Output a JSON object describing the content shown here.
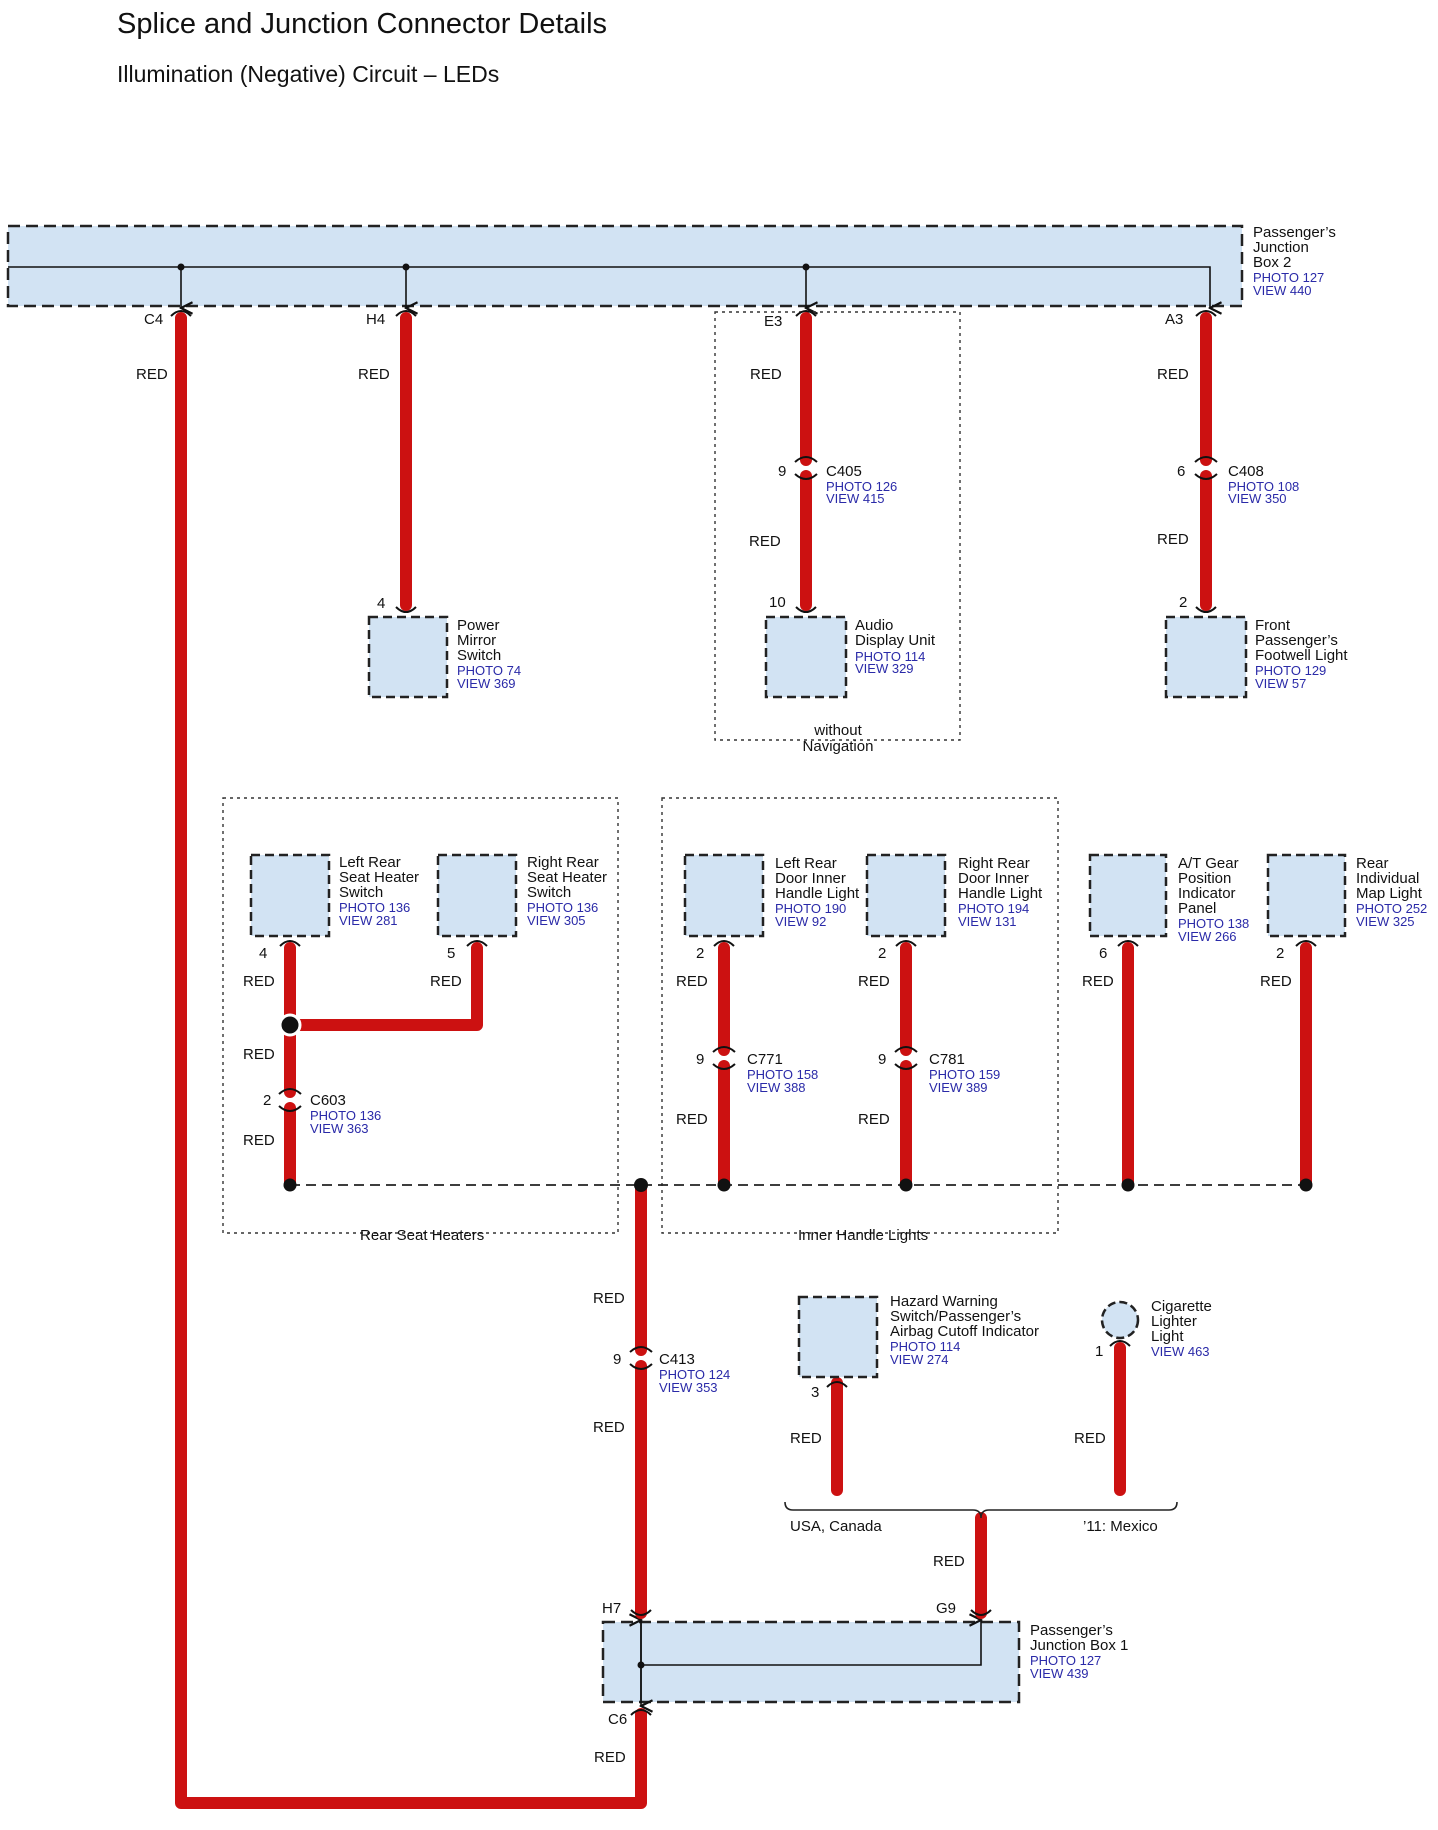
{
  "header": {
    "title": "Splice and Junction Connector Details",
    "subtitle": "Illumination (Negative) Circuit – LEDs"
  },
  "wire_color": "RED",
  "colors": {
    "wire": "#cc1111",
    "box_fill": "#d2e3f3",
    "ref": "#2a2aa8"
  },
  "components": {
    "pjb2": {
      "lines": [
        "Passenger’s",
        "Junction",
        "Box 2"
      ],
      "refs": [
        "PHOTO 127",
        "VIEW 440"
      ]
    },
    "pjb1": {
      "lines": [
        "Passenger’s",
        "Junction Box 1"
      ],
      "refs": [
        "PHOTO 127",
        "VIEW 439"
      ]
    },
    "mirror": {
      "lines": [
        "Power",
        "Mirror",
        "Switch"
      ],
      "refs": [
        "PHOTO 74",
        "VIEW 369"
      ]
    },
    "audio": {
      "lines": [
        "Audio",
        "Display Unit"
      ],
      "refs": [
        "PHOTO 114",
        "VIEW 329"
      ]
    },
    "footwell": {
      "lines": [
        "Front",
        "Passenger’s",
        "Footwell Light"
      ],
      "refs": [
        "PHOTO 129",
        "VIEW 57"
      ]
    },
    "lrseat": {
      "lines": [
        "Left Rear",
        "Seat Heater",
        "Switch"
      ],
      "refs": [
        "PHOTO 136",
        "VIEW 281"
      ]
    },
    "rrseat": {
      "lines": [
        "Right Rear",
        "Seat Heater",
        "Switch"
      ],
      "refs": [
        "PHOTO 136",
        "VIEW 305"
      ]
    },
    "lrdoor": {
      "lines": [
        "Left Rear",
        "Door Inner",
        "Handle Light"
      ],
      "refs": [
        "PHOTO 190",
        "VIEW 92"
      ]
    },
    "rrdoor": {
      "lines": [
        "Right Rear",
        "Door Inner",
        "Handle Light"
      ],
      "refs": [
        "PHOTO 194",
        "VIEW 131"
      ]
    },
    "atgear": {
      "lines": [
        "A/T Gear",
        "Position",
        "Indicator",
        "Panel"
      ],
      "refs": [
        "PHOTO 138",
        "VIEW 266"
      ]
    },
    "maplight": {
      "lines": [
        "Rear",
        "Individual",
        "Map Light"
      ],
      "refs": [
        "PHOTO 252",
        "VIEW 325"
      ]
    },
    "hazard": {
      "lines": [
        "Hazard Warning",
        "Switch/Passenger’s",
        "Airbag Cutoff Indicator"
      ],
      "refs": [
        "PHOTO 114",
        "VIEW 274"
      ]
    },
    "cigar": {
      "lines": [
        "Cigarette",
        "Lighter",
        "Light"
      ],
      "refs": [
        "VIEW 463"
      ]
    }
  },
  "connectors": {
    "c405": {
      "name": "C405",
      "refs": [
        "PHOTO 126",
        "VIEW 415"
      ],
      "pin_top": "9",
      "pin_bottom": "10"
    },
    "c408": {
      "name": "C408",
      "refs": [
        "PHOTO 108",
        "VIEW 350"
      ],
      "pin_top": "6",
      "pin_bottom": "2"
    },
    "c603": {
      "name": "C603",
      "refs": [
        "PHOTO 136",
        "VIEW 363"
      ],
      "pin": "2"
    },
    "c771": {
      "name": "C771",
      "refs": [
        "PHOTO 158",
        "VIEW 388"
      ],
      "pin": "9"
    },
    "c781": {
      "name": "C781",
      "refs": [
        "PHOTO 159",
        "VIEW 389"
      ],
      "pin": "9"
    },
    "c413": {
      "name": "C413",
      "refs": [
        "PHOTO 124",
        "VIEW 353"
      ],
      "pin": "9"
    }
  },
  "terminals": {
    "c4": "C4",
    "h4": "H4",
    "e3": "E3",
    "a3": "A3",
    "h7": "H7",
    "g9": "G9",
    "c6": "C6",
    "mirror_pin": "4",
    "lrseat_pin": "4",
    "rrseat_pin": "5",
    "lrdoor_pin": "2",
    "rrdoor_pin": "2",
    "atgear_pin": "6",
    "maplight_pin": "2",
    "hazard_pin": "3",
    "cigar_pin": "1"
  },
  "groups": {
    "navigation": [
      "without",
      "Navigation"
    ],
    "rear_seat": "Rear Seat Heaters",
    "inner_handle": "Inner Handle Lights",
    "usa_canada": "USA, Canada",
    "mexico": "’11: Mexico"
  }
}
